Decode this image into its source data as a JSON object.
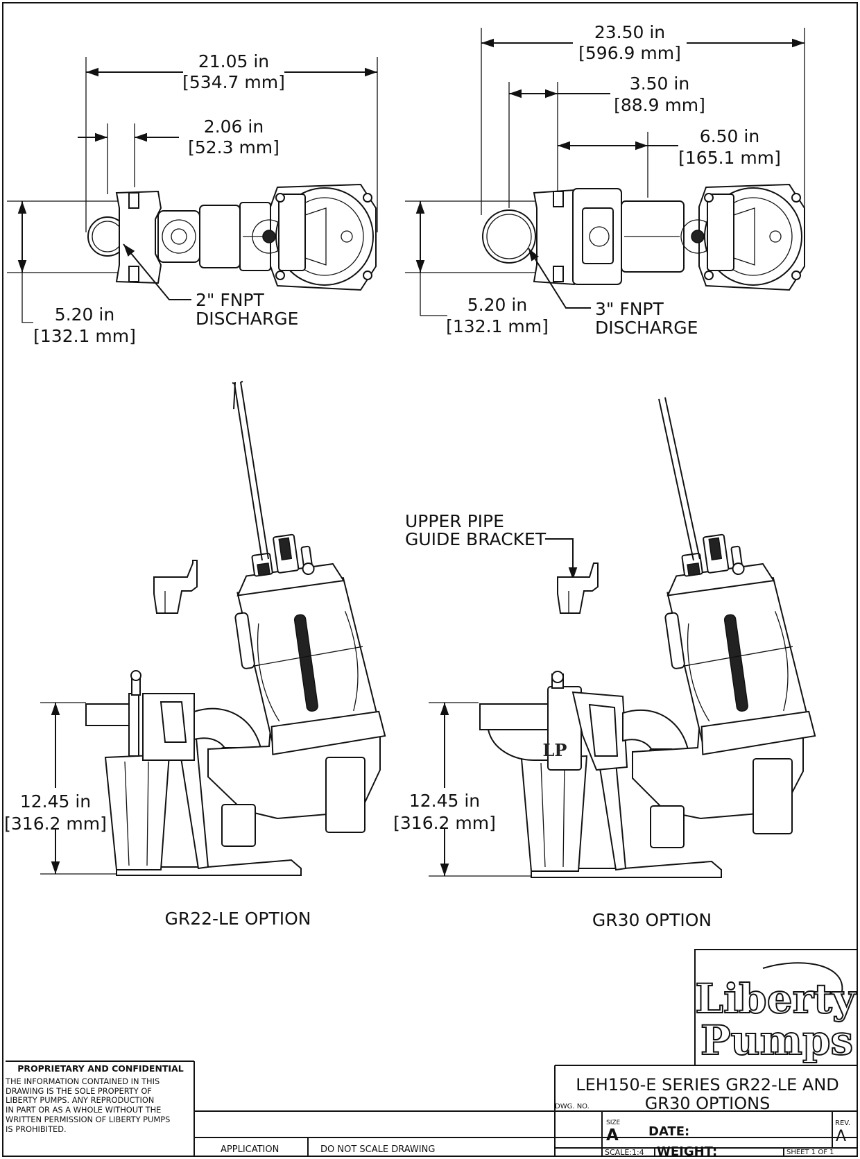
{
  "plan_left": {
    "overall_width": {
      "in": "21.05 in",
      "mm": "[534.7 mm]"
    },
    "offset": {
      "in": "2.06 in",
      "mm": "[52.3 mm]"
    },
    "height": {
      "in": "5.20 in",
      "mm": "[132.1 mm]"
    },
    "discharge": {
      "line1": "2\" FNPT",
      "line2": "DISCHARGE"
    }
  },
  "plan_right": {
    "overall_width": {
      "in": "23.50 in",
      "mm": "[596.9 mm]"
    },
    "offset_a": {
      "in": "3.50 in",
      "mm": "[88.9 mm]"
    },
    "offset_b": {
      "in": "6.50 in",
      "mm": "[165.1 mm]"
    },
    "height": {
      "in": "5.20 in",
      "mm": "[132.1 mm]"
    },
    "discharge": {
      "line1": "3\" FNPT",
      "line2": "DISCHARGE"
    }
  },
  "elevation_left": {
    "height": {
      "in": "12.45 in",
      "mm": "[316.2 mm]"
    },
    "caption": "GR22-LE OPTION"
  },
  "elevation_right": {
    "height": {
      "in": "12.45 in",
      "mm": "[316.2 mm]"
    },
    "caption": "GR30 OPTION",
    "callout": {
      "line1": "UPPER PIPE",
      "line2": "GUIDE BRACKET"
    }
  },
  "logo": {
    "line1": "Liberty",
    "line2": "Pumps"
  },
  "title_block": {
    "proprietary_heading": "PROPRIETARY AND CONFIDENTIAL",
    "proprietary_lines": [
      "THE INFORMATION CONTAINED IN THIS",
      "DRAWING IS THE SOLE PROPERTY OF",
      "LIBERTY PUMPS.  ANY REPRODUCTION",
      "IN PART OR AS A WHOLE WITHOUT THE",
      "WRITTEN PERMISSION OF LIBERTY PUMPS",
      "IS PROHIBITED."
    ],
    "title_line1": "LEH150-E SERIES GR22-LE AND",
    "title_line2": "GR30 OPTIONS",
    "dwg_no_label": "DWG.  NO.",
    "size_label": "SIZE",
    "size_value": "A",
    "date_label": "DATE:",
    "rev_label": "REV.",
    "rev_value": "A",
    "scale_label": "SCALE:1:4",
    "weight_label": "WEIGHT:",
    "sheet_label": "SHEET 1 OF 1",
    "application_label": "APPLICATION",
    "do_not_scale": "DO  NOT  SCALE  DRAWING"
  }
}
